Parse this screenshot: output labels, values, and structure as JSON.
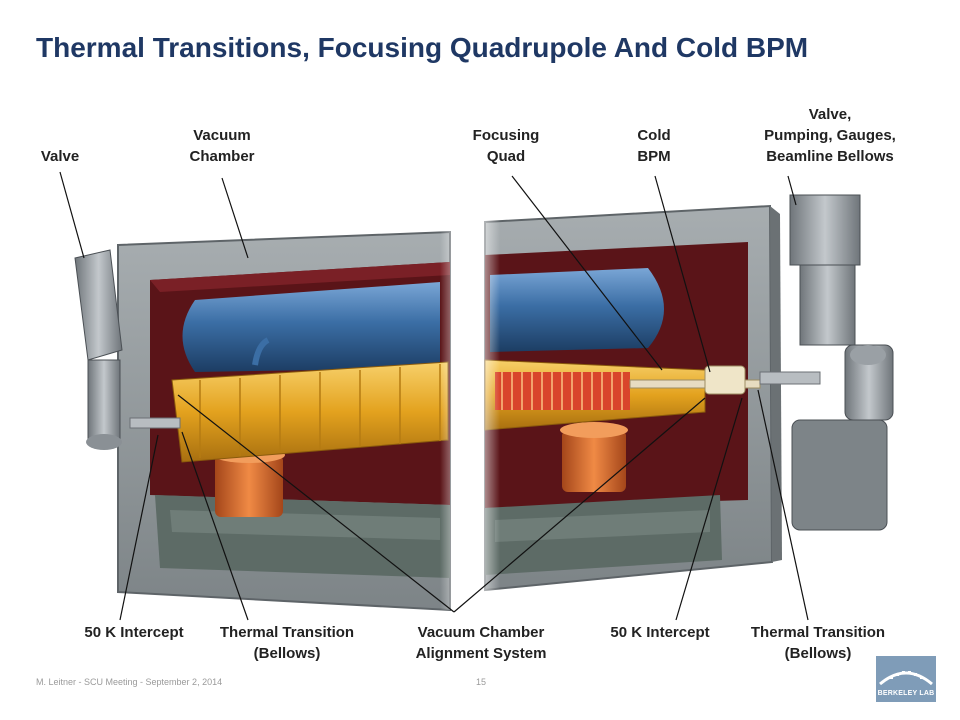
{
  "slide": {
    "title": "Thermal Transitions, Focusing Quadrupole And Cold BPM",
    "footer_left": "M. Leitner - SCU Meeting - September 2, 2014",
    "page_number": "15",
    "logo_text": "BERKELEY LAB"
  },
  "callouts": {
    "valve_left": [
      "Valve"
    ],
    "vacuum_chamber": [
      "Vacuum",
      "Chamber"
    ],
    "focusing_quad": [
      "Focusing",
      "Quad"
    ],
    "cold_bpm": [
      "Cold",
      "BPM"
    ],
    "valve_right": [
      "Valve,",
      "Pumping, Gauges,",
      "Beamline Bellows"
    ],
    "intercept_left": [
      "50 K Intercept"
    ],
    "thermal_left": [
      "Thermal Transition",
      "(Bellows)"
    ],
    "alignment": [
      "Vacuum Chamber",
      "Alignment System"
    ],
    "intercept_right": [
      "50 K Intercept"
    ],
    "thermal_right": [
      "Thermal Transition",
      "(Bellows)"
    ]
  },
  "colors": {
    "title": "#1f3864",
    "cryostat_shell": "#8d9497",
    "vessel_inner": "#5a1418",
    "tank": "#3b6ea5",
    "magnet": "#e3a21e",
    "copper": "#d2692b",
    "base": "#5d6b66"
  }
}
